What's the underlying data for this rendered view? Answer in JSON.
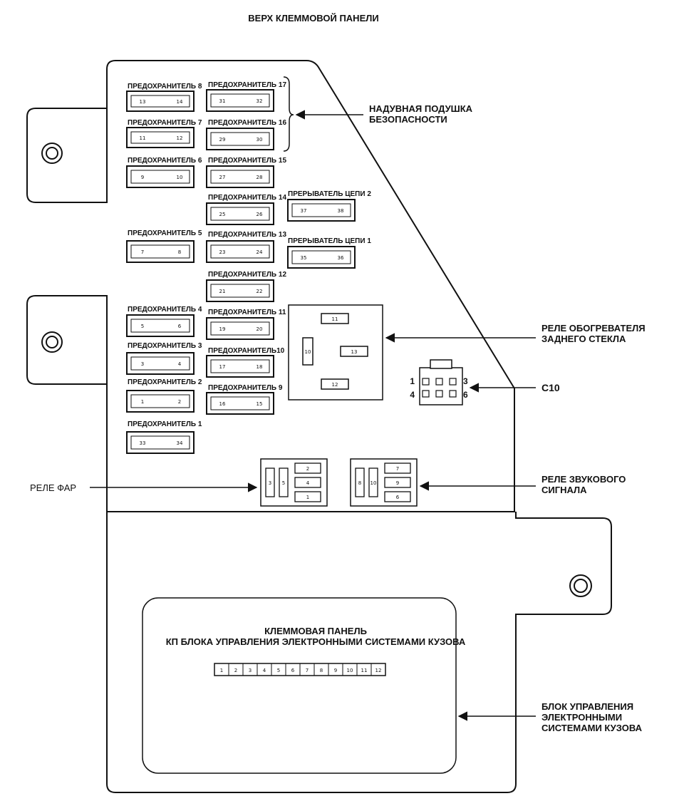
{
  "title": "ВЕРХ КЛЕММОВОЙ ПАНЕЛИ",
  "fuses": [
    {
      "label": "ПРЕДОХРАНИТЕЛЬ 8",
      "pin_left": "13",
      "pin_right": "14"
    },
    {
      "label": "ПРЕДОХРАНИТЕЛЬ 7",
      "pin_left": "11",
      "pin_right": "12"
    },
    {
      "label": "ПРЕДОХРАНИТЕЛЬ 6",
      "pin_left": "9",
      "pin_right": "10"
    },
    {
      "label": "ПРЕДОХРАНИТЕЛЬ 5",
      "pin_left": "7",
      "pin_right": "8"
    },
    {
      "label": "ПРЕДОХРАНИТЕЛЬ 4",
      "pin_left": "5",
      "pin_right": "6"
    },
    {
      "label": "ПРЕДОХРАНИТЕЛЬ 3",
      "pin_left": "3",
      "pin_right": "4"
    },
    {
      "label": "ПРЕДОХРАНИТЕЛЬ 2",
      "pin_left": "1",
      "pin_right": "2"
    },
    {
      "label": "ПРЕДОХРАНИТЕЛЬ 1",
      "pin_left": "33",
      "pin_right": "34"
    },
    {
      "label": "ПРЕДОХРАНИТЕЛЬ 17",
      "pin_left": "31",
      "pin_right": "32"
    },
    {
      "label": "ПРЕДОХРАНИТЕЛЬ 16",
      "pin_left": "29",
      "pin_right": "30"
    },
    {
      "label": "ПРЕДОХРАНИТЕЛЬ 15",
      "pin_left": "27",
      "pin_right": "28"
    },
    {
      "label": "ПРЕДОХРАНИТЕЛЬ 14",
      "pin_left": "25",
      "pin_right": "26"
    },
    {
      "label": "ПРЕДОХРАНИТЕЛЬ 13",
      "pin_left": "23",
      "pin_right": "24"
    },
    {
      "label": "ПРЕДОХРАНИТЕЛЬ 12",
      "pin_left": "21",
      "pin_right": "22"
    },
    {
      "label": "ПРЕДОХРАНИТЕЛЬ 11",
      "pin_left": "19",
      "pin_right": "20"
    },
    {
      "label": "ПРЕДОХРАНИТЕЛЬ10",
      "pin_left": "17",
      "pin_right": "18"
    },
    {
      "label": "ПРЕДОХРАНИТЕЛЬ 9",
      "pin_left": "16",
      "pin_right": "15"
    }
  ],
  "breakers": [
    {
      "label": "ПРЕРЫВАТЕЛЬ ЦЕПИ 2",
      "pin_left": "37",
      "pin_right": "38"
    },
    {
      "label": "ПРЕРЫВАТЕЛЬ ЦЕПИ 1",
      "pin_left": "35",
      "pin_right": "36"
    }
  ],
  "rear_relay_pins": {
    "top": "11",
    "left": "10",
    "right": "13",
    "bottom": "12"
  },
  "c10_pins": {
    "tl": "1",
    "tr": "3",
    "bl": "4",
    "br": "6"
  },
  "headlamp_relay_pins": {
    "tall_left": "3",
    "tall_right": "5",
    "top": "2",
    "mid": "4",
    "bottom": "1"
  },
  "horn_relay_pins": {
    "tall_left": "8",
    "tall_right": "10",
    "top": "7",
    "mid": "9",
    "bottom": "6"
  },
  "callouts": {
    "airbag": [
      "НАДУВНАЯ ПОДУШКА",
      "БЕЗОПАСНОСТИ"
    ],
    "rear_window_relay": [
      "РЕЛЕ ОБОГРЕВАТЕЛЯ",
      "ЗАДНЕГО СТЕКЛА"
    ],
    "c10": "C10",
    "headlamp_relay": "РЕЛЕ ФАР",
    "horn_relay": [
      "РЕЛЕ ЗВУКОВОГО",
      "СИГНАЛА"
    ],
    "bcm": [
      "БЛОК УПРАВЛЕНИЯ",
      "ЭЛЕКТРОННЫМИ",
      "СИСТЕМАМИ КУЗОВА"
    ]
  },
  "bcm_panel": {
    "title": [
      "КЛЕММОВАЯ ПАНЕЛЬ",
      "КП БЛОКА УПРАВЛЕНИЯ ЭЛЕКТРОННЫМИ СИСТЕМАМИ КУЗОВА"
    ],
    "pins": [
      "1",
      "2",
      "3",
      "4",
      "5",
      "6",
      "7",
      "8",
      "9",
      "10",
      "11",
      "12"
    ]
  }
}
